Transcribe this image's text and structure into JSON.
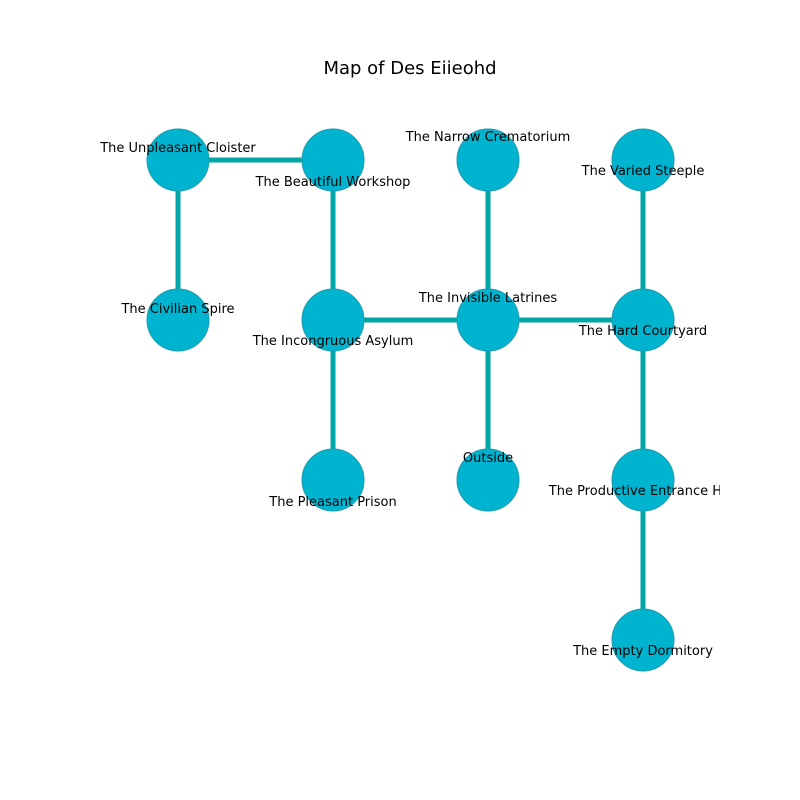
{
  "title": "Map of Des Eiieohd",
  "colors": {
    "node_fill": "#00b4d0",
    "node_stroke": "#1f9aad",
    "edge": "#00a6a6"
  },
  "nodes": [
    {
      "id": "unpleasant-cloister",
      "label": "The Unpleasant Cloister"
    },
    {
      "id": "beautiful-workshop",
      "label": "The Beautiful Workshop"
    },
    {
      "id": "narrow-crematorium",
      "label": "The Narrow Crematorium"
    },
    {
      "id": "varied-steeple",
      "label": "The Varied Steeple"
    },
    {
      "id": "civilian-spire",
      "label": "The Civilian Spire"
    },
    {
      "id": "incongruous-asylum",
      "label": "The Incongruous Asylum"
    },
    {
      "id": "invisible-latrines",
      "label": "The Invisible Latrines"
    },
    {
      "id": "hard-courtyard",
      "label": "The Hard Courtyard"
    },
    {
      "id": "pleasant-prison",
      "label": "The Pleasant Prison"
    },
    {
      "id": "outside",
      "label": "Outside"
    },
    {
      "id": "productive-entrance-hall",
      "label": "The Productive Entrance Hall"
    },
    {
      "id": "empty-dormitory",
      "label": "The Empty Dormitory"
    }
  ],
  "edges": [
    [
      "unpleasant-cloister",
      "beautiful-workshop"
    ],
    [
      "unpleasant-cloister",
      "civilian-spire"
    ],
    [
      "beautiful-workshop",
      "incongruous-asylum"
    ],
    [
      "incongruous-asylum",
      "invisible-latrines"
    ],
    [
      "incongruous-asylum",
      "pleasant-prison"
    ],
    [
      "narrow-crematorium",
      "invisible-latrines"
    ],
    [
      "invisible-latrines",
      "hard-courtyard"
    ],
    [
      "invisible-latrines",
      "outside"
    ],
    [
      "varied-steeple",
      "hard-courtyard"
    ],
    [
      "hard-courtyard",
      "productive-entrance-hall"
    ],
    [
      "productive-entrance-hall",
      "empty-dormitory"
    ]
  ]
}
